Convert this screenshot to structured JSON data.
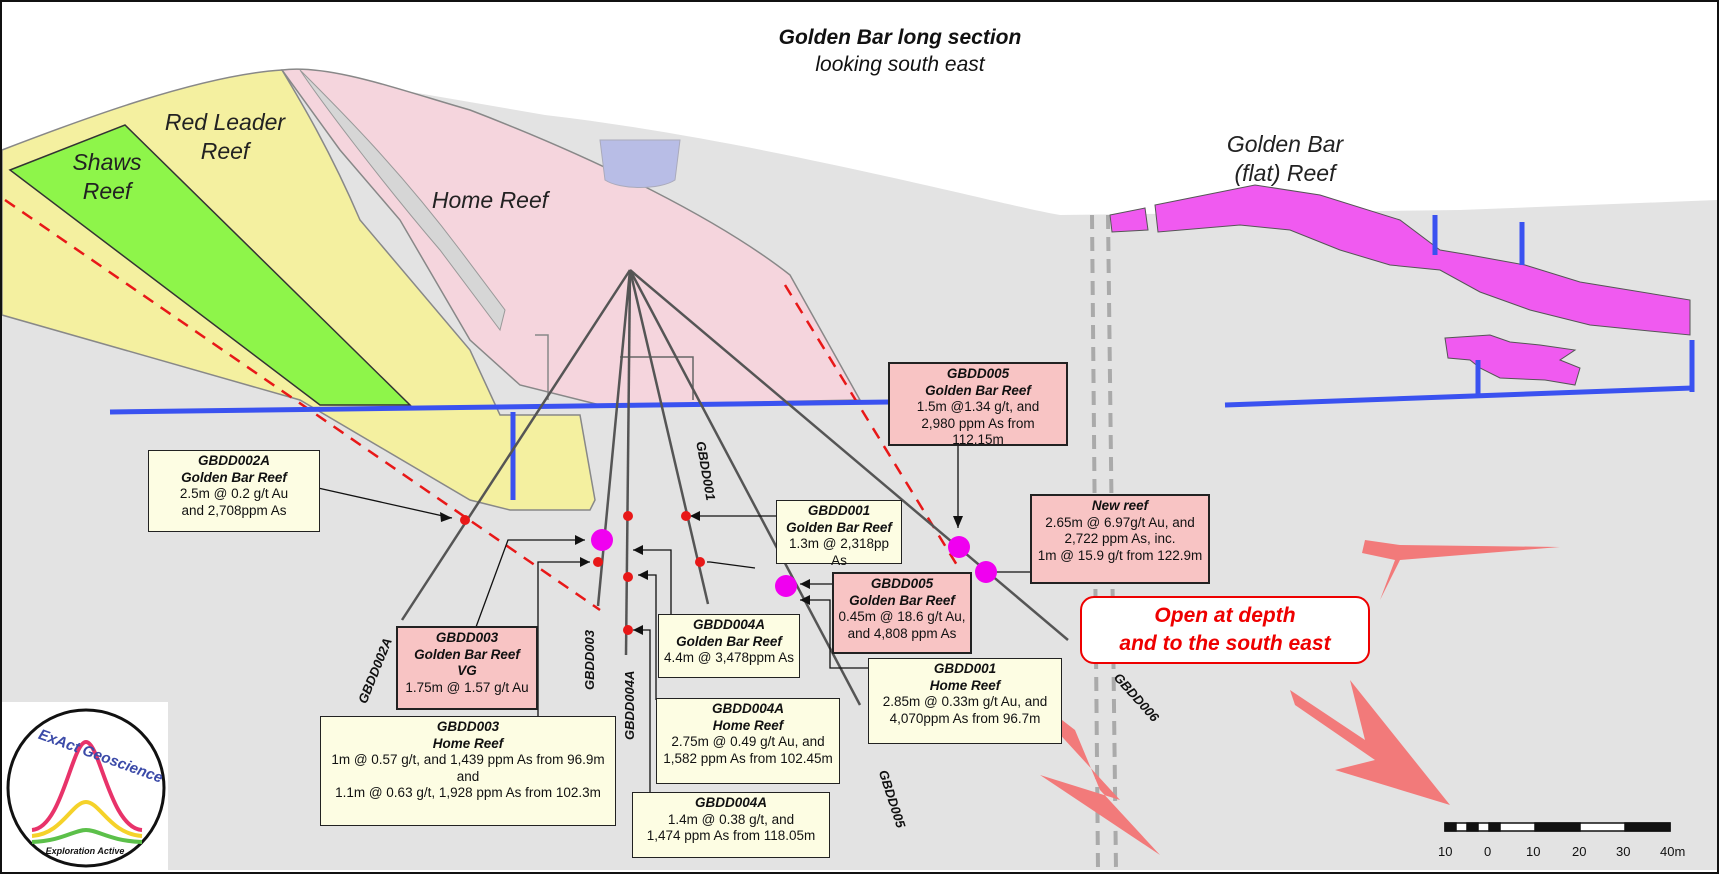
{
  "title": {
    "line1": "Golden Bar long section",
    "line2": "looking south east"
  },
  "labels": {
    "shaws": [
      "Shaws",
      "Reef"
    ],
    "red_leader": [
      "Red Leader",
      "Reef"
    ],
    "home_reef": "Home Reef",
    "golden_bar_flat": [
      "Golden Bar",
      "(flat) Reef"
    ]
  },
  "drillholes": [
    "GBDD002A",
    "GBDD003",
    "GBDD004A",
    "GBDD001",
    "GBDD005",
    "GBDD006"
  ],
  "callouts": {
    "gbdd005_gb": {
      "title": "GBDD005",
      "sub": "Golden Bar Reef",
      "lines": [
        "1.5m @1.34 g/t, and",
        "2,980 ppm As from 112.15m"
      ]
    },
    "gbdd002a_gb": {
      "title": "GBDD002A",
      "sub": "Golden Bar Reef",
      "lines": [
        "2.5m @ 0.2 g/t Au",
        "and 2,708ppm As"
      ]
    },
    "gbdd001_gb": {
      "title": "GBDD001",
      "sub": "Golden Bar Reef",
      "lines": [
        "1.3m @ 2,318pp As"
      ]
    },
    "new_reef": {
      "title": "New reef",
      "lines": [
        "2.65m @ 6.97g/t Au, and",
        "2,722 ppm As, inc.",
        "1m @ 15.9 g/t from 122.9m"
      ]
    },
    "gbdd005_gb2": {
      "title": "GBDD005",
      "sub": "Golden Bar Reef",
      "lines": [
        "0.45m @ 18.6 g/t Au,",
        "and 4,808 ppm As"
      ]
    },
    "gbdd004a_gb": {
      "title": "GBDD004A",
      "sub": "Golden Bar Reef",
      "lines": [
        "4.4m @ 3,478ppm As"
      ]
    },
    "gbdd003_gb": {
      "title": "GBDD003",
      "sub": "Golden Bar Reef",
      "sub2": "VG",
      "lines": [
        "1.75m @ 1.57 g/t Au"
      ]
    },
    "gbdd003_home": {
      "title": "GBDD003",
      "sub": "Home Reef",
      "lines": [
        "1m @ 0.57 g/t, and 1,439 ppm As from 96.9m",
        "and",
        "1.1m @ 0.63 g/t, 1,928 ppm As from 102.3m"
      ]
    },
    "gbdd004a_home": {
      "title": "GBDD004A",
      "sub": "Home Reef",
      "lines": [
        "2.75m @ 0.49 g/t Au, and",
        "1,582 ppm As from 102.45m"
      ]
    },
    "gbdd001_home": {
      "title": "GBDD001",
      "sub": "Home Reef",
      "lines": [
        "2.85m @ 0.33m g/t Au, and",
        "4,070ppm As from 96.7m"
      ]
    },
    "gbdd004a_deep": {
      "title": "GBDD004A",
      "lines": [
        "1.4m @ 0.38 g/t, and",
        "1,474 ppm As from 118.05m"
      ]
    }
  },
  "open_note": [
    "Open at depth",
    "and to the south east"
  ],
  "scale_ticks": [
    "10",
    "0",
    "10",
    "20",
    "30",
    "40m"
  ],
  "logo": {
    "name": "ExAct Geoscience",
    "tagline": "Exploration Active"
  },
  "colors": {
    "ground": "#e3e3e3",
    "home_reef": "#f5d5dd",
    "red_leader": "#f4f0a0",
    "shaws": "#8ef54a",
    "golden_bar": "#f05af0",
    "workings": "#3a52f0",
    "fault": "#e81818",
    "arrow": "#f27a7a"
  }
}
